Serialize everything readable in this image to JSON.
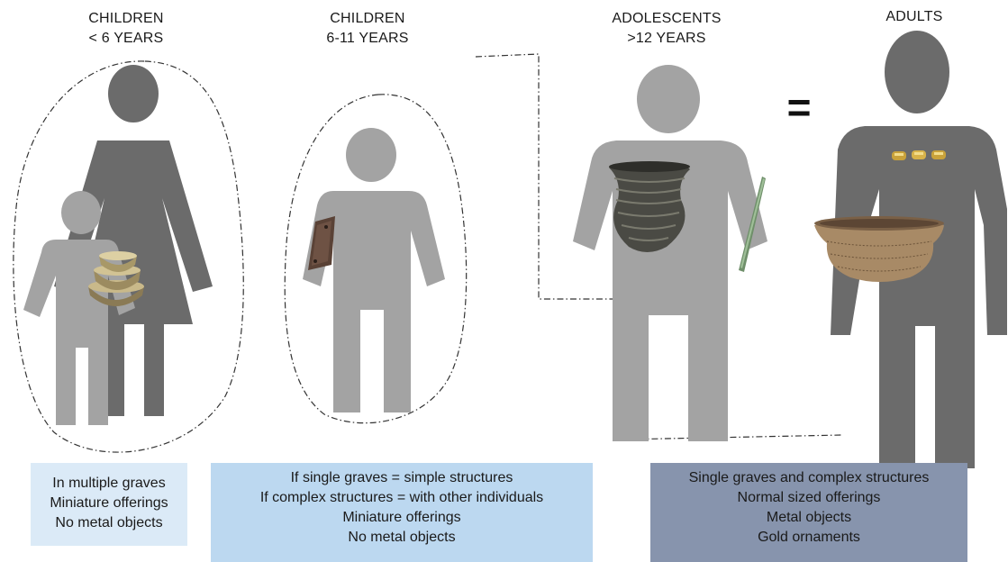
{
  "colors": {
    "figure_light": "#a3a3a3",
    "figure_dark": "#6b6b6b",
    "box_light": "#dbeaf7",
    "box_mid": "#bcd8f0",
    "box_dark": "#8794ad"
  },
  "groups": [
    {
      "title": "CHILDREN",
      "subtitle": "< 6 YEARS"
    },
    {
      "title": "CHILDREN",
      "subtitle": "6-11 YEARS"
    },
    {
      "title": "ADOLESCENTS",
      "subtitle": ">12 YEARS"
    },
    {
      "title": "ADULTS"
    }
  ],
  "equals_sign": "=",
  "boxes": [
    {
      "lines": [
        "In multiple graves",
        "Miniature offerings",
        "No metal objects"
      ]
    },
    {
      "lines": [
        "If single graves = simple structures",
        "If complex structures = with other individuals",
        "Miniature offerings",
        "No metal objects"
      ]
    },
    {
      "lines": [
        "Single graves and complex structures",
        "Normal sized offerings",
        "Metal objects",
        "Gold ornaments"
      ]
    }
  ],
  "objects": [
    "bowls-stack",
    "stone-plaque",
    "ribbed-vessel",
    "bronze-awl",
    "gold-beads",
    "decorated-bowl"
  ]
}
